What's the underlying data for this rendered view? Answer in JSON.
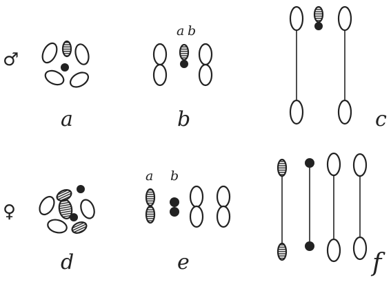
{
  "colors": {
    "ink": "#222222",
    "background": "#ffffff"
  },
  "figure": {
    "rows": [
      {
        "sex_symbol": "♂",
        "sex_icon": "male-symbol-icon",
        "panels": [
          "a",
          "b",
          "c"
        ]
      },
      {
        "sex_symbol": "♀",
        "sex_icon": "female-symbol-icon",
        "panels": [
          "d",
          "e",
          "f"
        ]
      }
    ],
    "b_chrom_labels": [
      "a",
      "b"
    ],
    "e_chrom_labels": [
      "a",
      "b"
    ]
  },
  "legend": {
    "open": "open oval chromosome",
    "striped": "striped chromosome",
    "dark": "solid dark chromosome"
  }
}
